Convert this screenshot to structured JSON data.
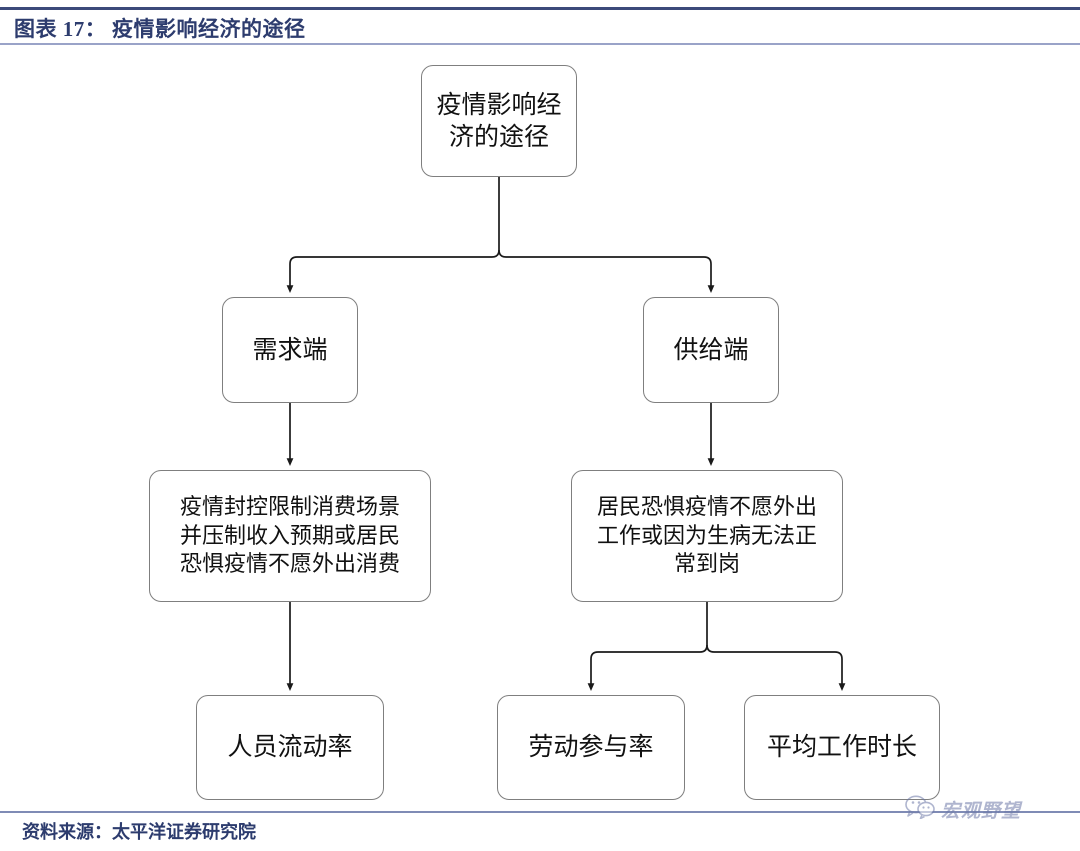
{
  "header": {
    "title": "图表 17： 疫情影响经济的途径"
  },
  "footer": {
    "source": "资料来源：太平洋证券研究院"
  },
  "watermark": {
    "icon": "wechat-icon",
    "text": "宏观野望"
  },
  "colors": {
    "rule_dark": "#3c4a7a",
    "rule_light": "#9aa3c8",
    "title_text": "#2d3c6e",
    "node_border": "#7f7f7f",
    "node_fill": "#ffffff",
    "edge": "#1a1a1a",
    "watermark": "#6e7aa8"
  },
  "chart_data": {
    "type": "diagram",
    "title": "疫情影响经济的途径",
    "orientation": "top-down",
    "nodes": [
      {
        "id": "root",
        "label": "疫情影响经\n济的途径",
        "level": 0
      },
      {
        "id": "demand",
        "label": "需求端",
        "level": 1
      },
      {
        "id": "supply",
        "label": "供给端",
        "level": 1
      },
      {
        "id": "demand_detail",
        "label": "疫情封控限制消费场景\n并压制收入预期或居民\n恐惧疫情不愿外出消费",
        "level": 2
      },
      {
        "id": "supply_detail",
        "label": "居民恐惧疫情不愿外出\n工作或因为生病无法正\n常到岗",
        "level": 2
      },
      {
        "id": "mobility",
        "label": "人员流动率",
        "level": 3
      },
      {
        "id": "lfpr",
        "label": "劳动参与率",
        "level": 3
      },
      {
        "id": "hours",
        "label": "平均工作时长",
        "level": 3
      }
    ],
    "edges": [
      {
        "from": "root",
        "to": "demand"
      },
      {
        "from": "root",
        "to": "supply"
      },
      {
        "from": "demand",
        "to": "demand_detail"
      },
      {
        "from": "supply",
        "to": "supply_detail"
      },
      {
        "from": "demand_detail",
        "to": "mobility"
      },
      {
        "from": "supply_detail",
        "to": "lfpr"
      },
      {
        "from": "supply_detail",
        "to": "hours"
      }
    ]
  }
}
